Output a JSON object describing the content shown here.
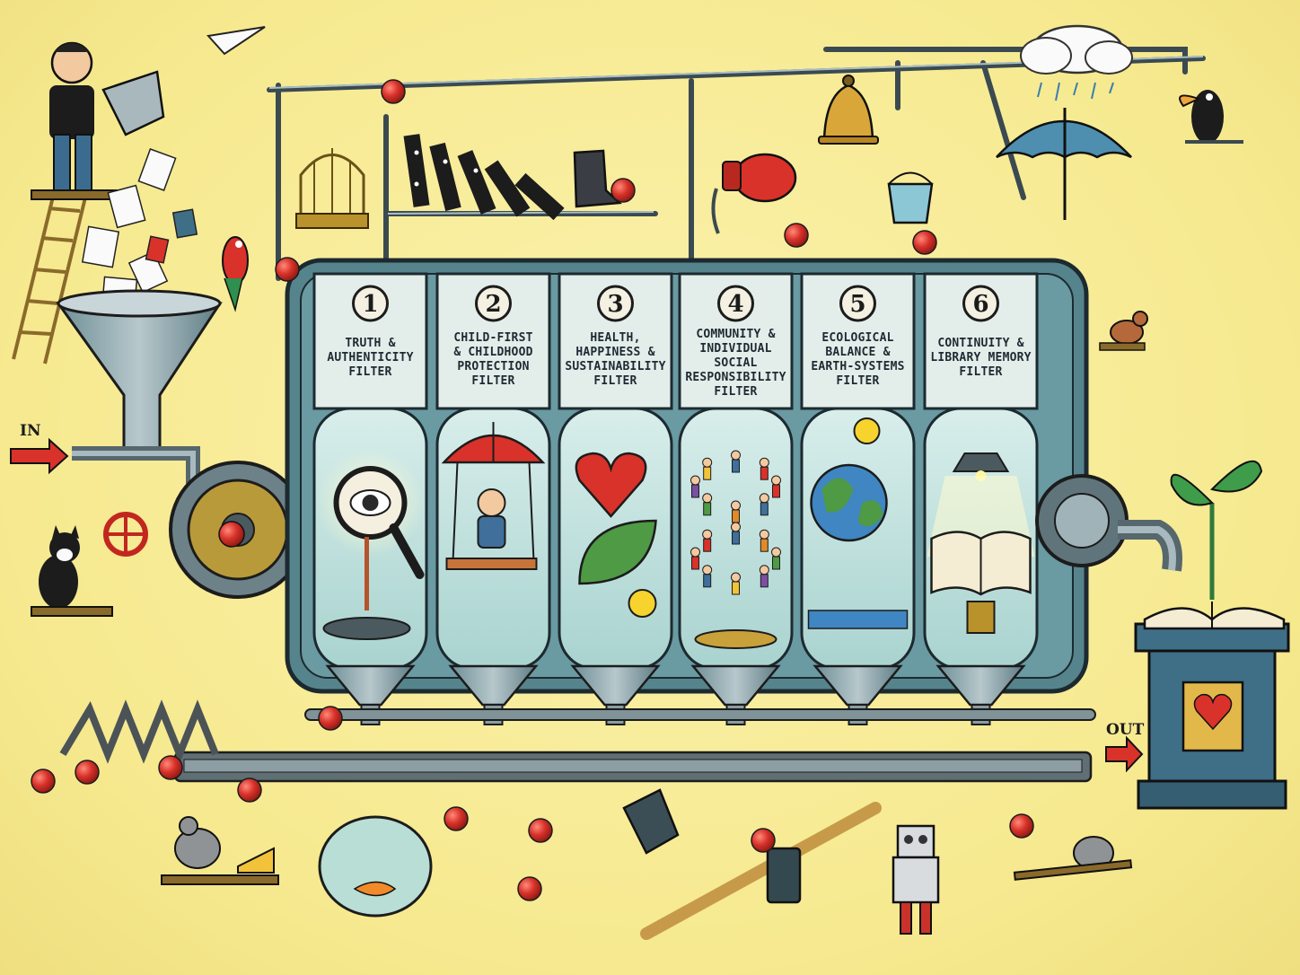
{
  "labels": {
    "input": "IN",
    "output": "OUT"
  },
  "filters": [
    {
      "number": "1",
      "lines": [
        "TRUTH &",
        "AUTHENTICITY",
        "FILTER"
      ],
      "icon": "magnifying-glass-eye-icon"
    },
    {
      "number": "2",
      "lines": [
        "CHILD-FIRST",
        "& CHILDHOOD",
        "PROTECTION",
        "FILTER"
      ],
      "icon": "child-swing-umbrella-icon"
    },
    {
      "number": "3",
      "lines": [
        "HEALTH,",
        "HAPPINESS &",
        "SUSTAINABILITY",
        "FILTER"
      ],
      "icon": "heart-leaf-smiley-icon"
    },
    {
      "number": "4",
      "lines": [
        "COMMUNITY &",
        "INDIVIDUAL",
        "SOCIAL",
        "RESPONSIBILITY",
        "FILTER"
      ],
      "icon": "people-circle-icon"
    },
    {
      "number": "5",
      "lines": [
        "ECOLOGICAL",
        "BALANCE &",
        "EARTH-SYSTEMS",
        "FILTER"
      ],
      "icon": "earth-globe-sun-icon"
    },
    {
      "number": "6",
      "lines": [
        "CONTINUITY &",
        "LIBRARY MEMORY",
        "FILTER"
      ],
      "icon": "open-book-lamp-icon"
    }
  ],
  "colors": {
    "background": "#f6e98f",
    "tank_metal": "#5d8c93",
    "tank_glass": "#cfe7e4",
    "label_panel": "#e3eeea",
    "ball_red": "#d8322a",
    "arrow_red": "#d8322a",
    "pedestal_blue": "#3f6f86"
  }
}
